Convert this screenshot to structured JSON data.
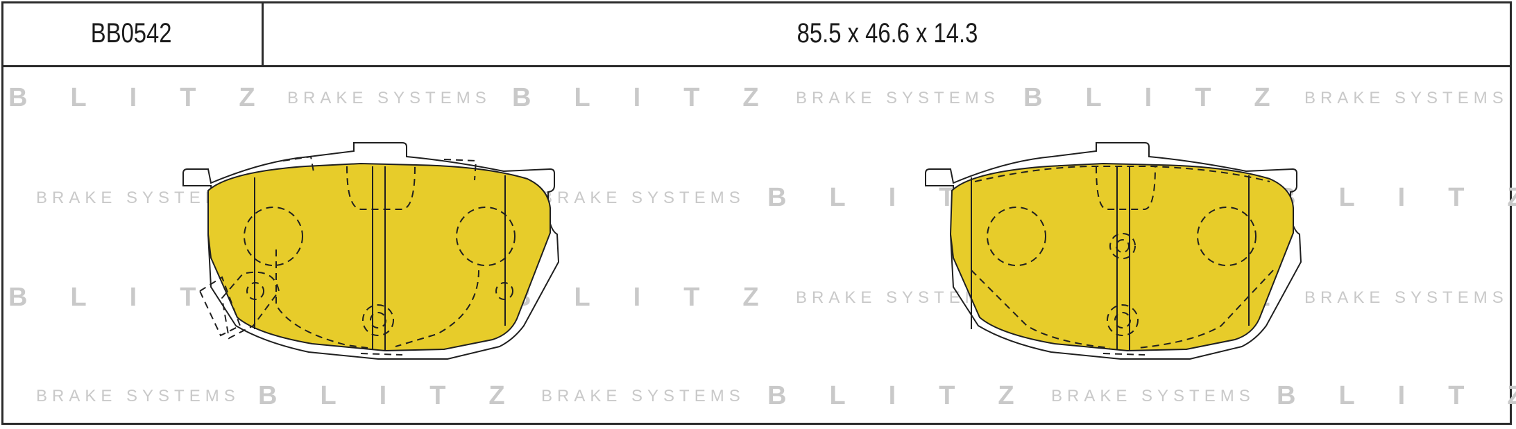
{
  "header": {
    "part_number": "BB0542",
    "dimensions": "85.5 x 46.6 x 14.3"
  },
  "watermark": {
    "brand": "BLITZ",
    "tagline": "BRAKE SYSTEMS"
  },
  "colors": {
    "pad_fill": "#e7cc2a",
    "line": "#1f1f1f",
    "watermark": "#c9c9c9"
  }
}
